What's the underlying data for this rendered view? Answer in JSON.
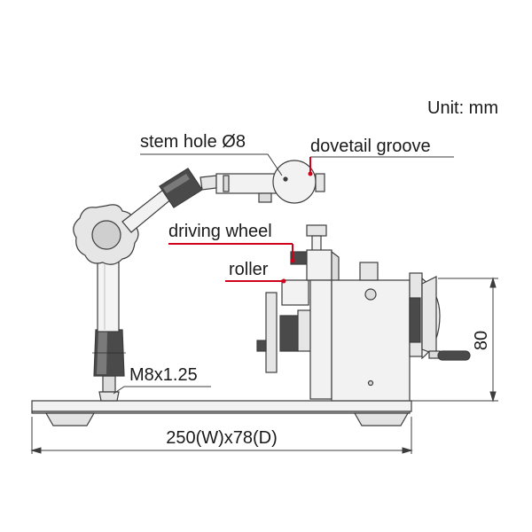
{
  "unit_label": "Unit: mm",
  "callouts": {
    "stem_hole": "stem hole Ø8",
    "dovetail_groove": "dovetail groove",
    "driving_wheel": "driving wheel",
    "roller": "roller",
    "thread": "M8x1.25"
  },
  "dimensions": {
    "width_depth": "250(W)x78(D)",
    "height": "80"
  },
  "colors": {
    "leader_accent": "#d0021b",
    "outline": "#3c3c3c",
    "fill_light": "#f2f2f2",
    "fill_mid": "#dcdcdc",
    "fill_dark": "#4a4a4a"
  }
}
